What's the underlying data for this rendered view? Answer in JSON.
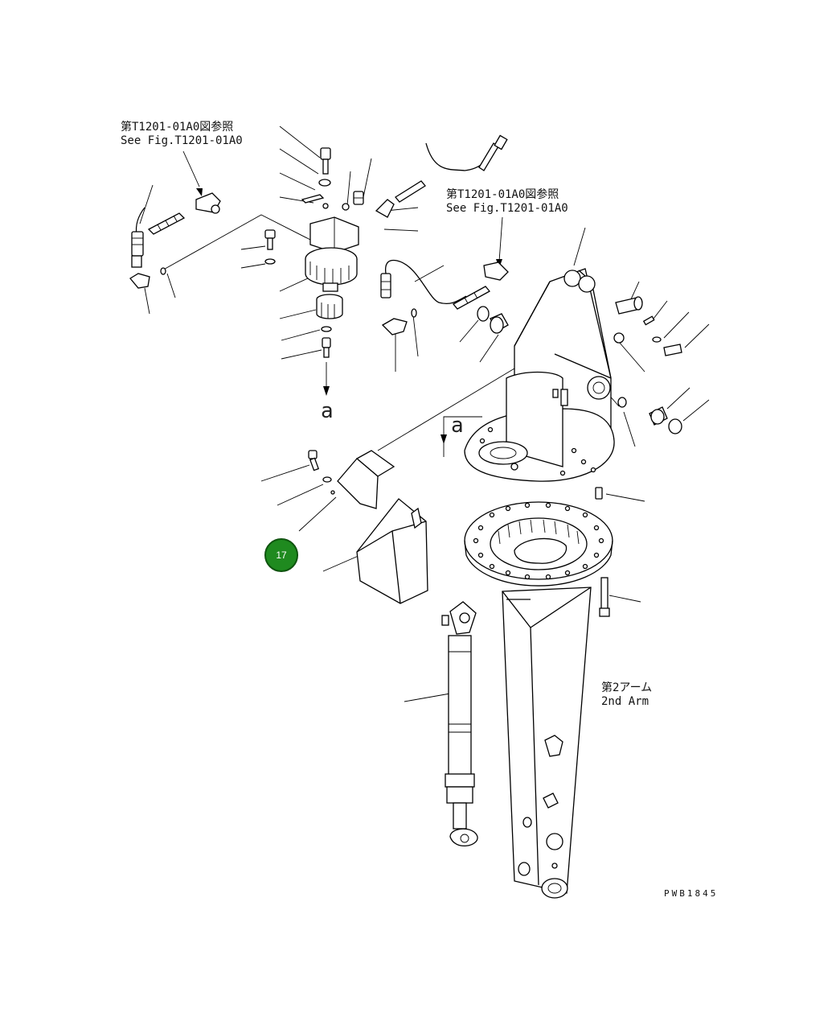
{
  "notes": {
    "ref1_jp": "第T1201-01A0図参照",
    "ref1_en": "See Fig.T1201-01A0",
    "ref2_jp": "第T1201-01A0図参照",
    "ref2_en": "See Fig.T1201-01A0",
    "arm_jp": "第2アーム",
    "arm_en": "2nd Arm",
    "view_a_top": "a",
    "view_a_side": "a",
    "drawing_code": "PWB1845"
  },
  "callout": {
    "number": "17",
    "color": "#1f8a1f"
  }
}
